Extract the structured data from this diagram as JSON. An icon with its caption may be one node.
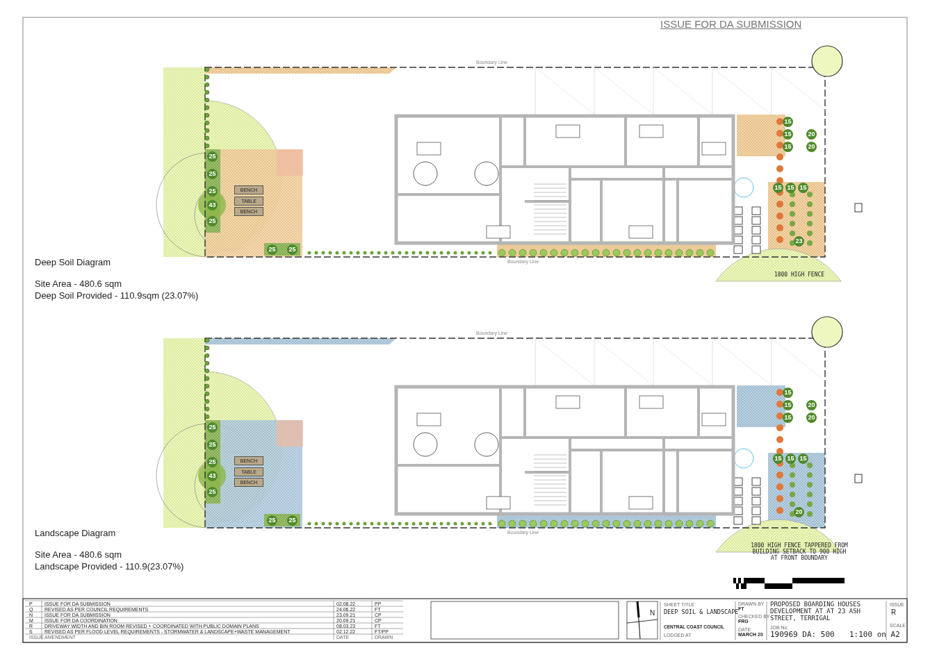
{
  "diagram": {
    "title": "ISSUE FOR DA SUBMISSION",
    "labels": [
      "Boundary Line",
      "25",
      "25",
      "25",
      "43",
      "25",
      "BENCH",
      "TABLE",
      "BENCH",
      "25",
      "25",
      "15",
      "15",
      "15",
      "20",
      "20",
      "15",
      "15",
      "15",
      "23",
      "Boundary Line",
      "1800 HIGH FENCE",
      "Deep Soil Diagram",
      "Site Area - 480.6 sqm",
      "Deep Soil Provided - 110.9sqm (23.07%)",
      "Boundary Line",
      "25",
      "25",
      "25",
      "43",
      "25",
      "BENCH",
      "TABLE",
      "BENCH",
      "25",
      "25",
      "15",
      "15",
      "15",
      "20",
      "20",
      "15",
      "15",
      "15",
      "20",
      "Boundary Line",
      "1800 HIGH FENCE TAPPERED FROM BUILDING SETBACK TO 900 HIGH AT FRONT BOUNDARY",
      "Landscape Diagram",
      "Site Area - 480.6 sqm",
      "Landscape Provided - 110.9(23.07%)",
      "P",
      "ISSUE FOR DA SUBMISSION",
      "02.08.22",
      "PP",
      "Q",
      "REVISED AS PER COUNCIL REQUIREMENTS",
      "24.06.22",
      "FT",
      "N",
      "ISSUE FOR DA SUBMISSION",
      "23.09.21",
      "CP",
      "M",
      "ISSUE FOR DA COORDINATION",
      "20.09.21",
      "CP",
      "R",
      "DRIVEWAY WIDTH AND BIN ROOM REVISED + COORDINATED WITH PUBLIC DOMAIN PLANS",
      "08.03.23",
      "FT",
      "S",
      "REVISED AS PER FLOOD LEVEL REQUIREMENTS - STORMWATER & LANDSCAPE+WASTE MANAGEMENT",
      "02.12.22",
      "FT/PP",
      "ISSUE",
      "AMENDMENT",
      "DATE",
      "DRAWN",
      "N",
      "SHEET TITLE",
      "DEEP SOIL & LANDSCAPE",
      "LODGED AT",
      "CENTRAL COAST COUNCIL",
      "DRAWN BY",
      "FT",
      "CHECKED BY",
      "FRG",
      "DATE",
      "MARCH 20",
      "PROPOSED BOARDING HOUSES DEVELOPMENT AT AT 23 ASH STREET, TERRIGAL",
      "JOB No.",
      "190969 DA: 500",
      "ISSUE",
      "R",
      "SCALE",
      "1:100 on A2"
    ]
  }
}
